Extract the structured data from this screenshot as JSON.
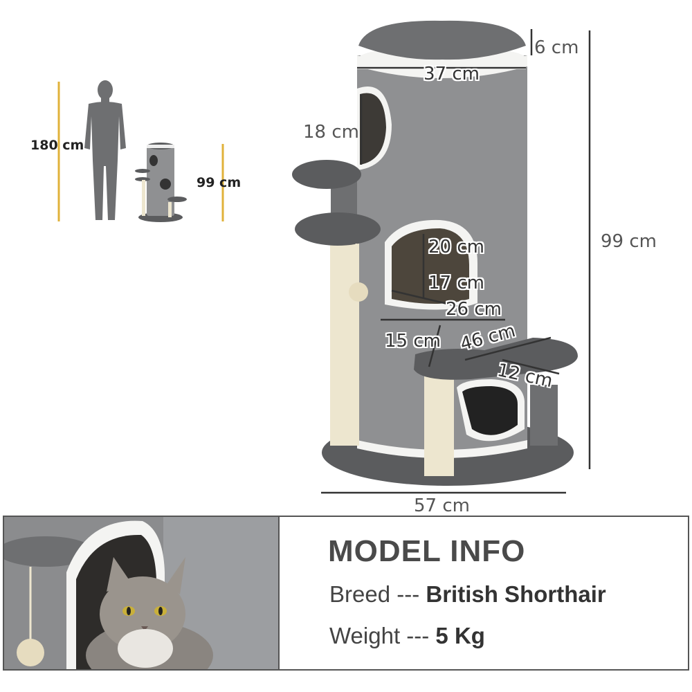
{
  "scale_figure": {
    "person_height": "180 cm",
    "tree_height": "99 cm"
  },
  "dimensions": {
    "top_rim_depth": "6 cm",
    "top_diameter": "37 cm",
    "upper_hole_height": "18 cm",
    "total_height": "99 cm",
    "middle_hole_height": "20 cm",
    "middle_hole_width": "17 cm",
    "middle_base_width": "26 cm",
    "small_platform": "15 cm",
    "step_platform_length": "46 cm",
    "step_platform_width": "12 cm",
    "base_width": "57 cm"
  },
  "model_info": {
    "title": "MODEL INFO",
    "breed_label": "Breed --- ",
    "breed_value": "British Shorthair",
    "weight_label": "Weight --- ",
    "weight_value": "5 Kg"
  },
  "colors": {
    "carpet_grey": "#8f9092",
    "dark_grey": "#5b5c5e",
    "sisal": "#ede6cf",
    "plush_white": "#f4f4f2",
    "scale_line": "#e0b23a"
  }
}
